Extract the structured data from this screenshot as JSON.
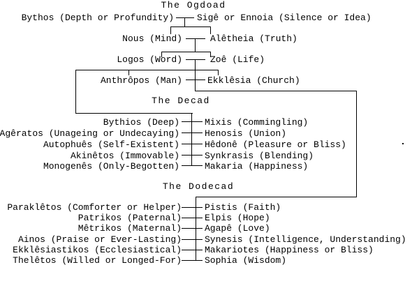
{
  "colors": {
    "background": "#ffffff",
    "foreground": "#000000"
  },
  "diagram": {
    "sections": [
      {
        "title": "The Ogdoad",
        "pairs": [
          {
            "left": "Bythos (Depth or Profundity)",
            "right": "Sigê or Ennoia (Silence or Idea)"
          },
          {
            "left": "Nous (Mind)",
            "right": "Alêtheia (Truth)"
          },
          {
            "left": "Logos (Word)",
            "right": "Zoê (Life)"
          },
          {
            "left": "Anthrôpos (Man)",
            "right": "Ekklêsia (Church)"
          }
        ]
      },
      {
        "title": "The Decad",
        "pairs": [
          {
            "left": "Bythios (Deep)",
            "right": "Mixis (Commingling)"
          },
          {
            "left": "Agêratos (Unageing or Undecaying)",
            "right": "Henosis (Union)"
          },
          {
            "left": "Autophuês (Self-Existent)",
            "right": "Hêdonê (Pleasure or Bliss)"
          },
          {
            "left": "Akinêtos (Immovable)",
            "right": "Synkrasis (Blending)"
          },
          {
            "left": "Monogenês (Only-Begotten)",
            "right": "Makaria (Happiness)"
          }
        ]
      },
      {
        "title": "The Dodecad",
        "pairs": [
          {
            "left": "Paraklêtos (Comforter or Helper)",
            "right": "Pistis (Faith)"
          },
          {
            "left": "Patrikos (Paternal)",
            "right": "Elpis (Hope)"
          },
          {
            "left": "Mêtrikos (Maternal)",
            "right": "Agapê (Love)"
          },
          {
            "left": "Ainos (Praise or Ever-Lasting)",
            "right": "Synesis (Intelligence, Understanding)"
          },
          {
            "left": "Ekklêsiastikos (Ecclesiastical)",
            "right": "Makariotes (Happiness or Bliss)"
          },
          {
            "left": "Thelêtos (Willed or Longed-For)",
            "right": "Sophia (Wisdom)"
          }
        ]
      }
    ]
  }
}
